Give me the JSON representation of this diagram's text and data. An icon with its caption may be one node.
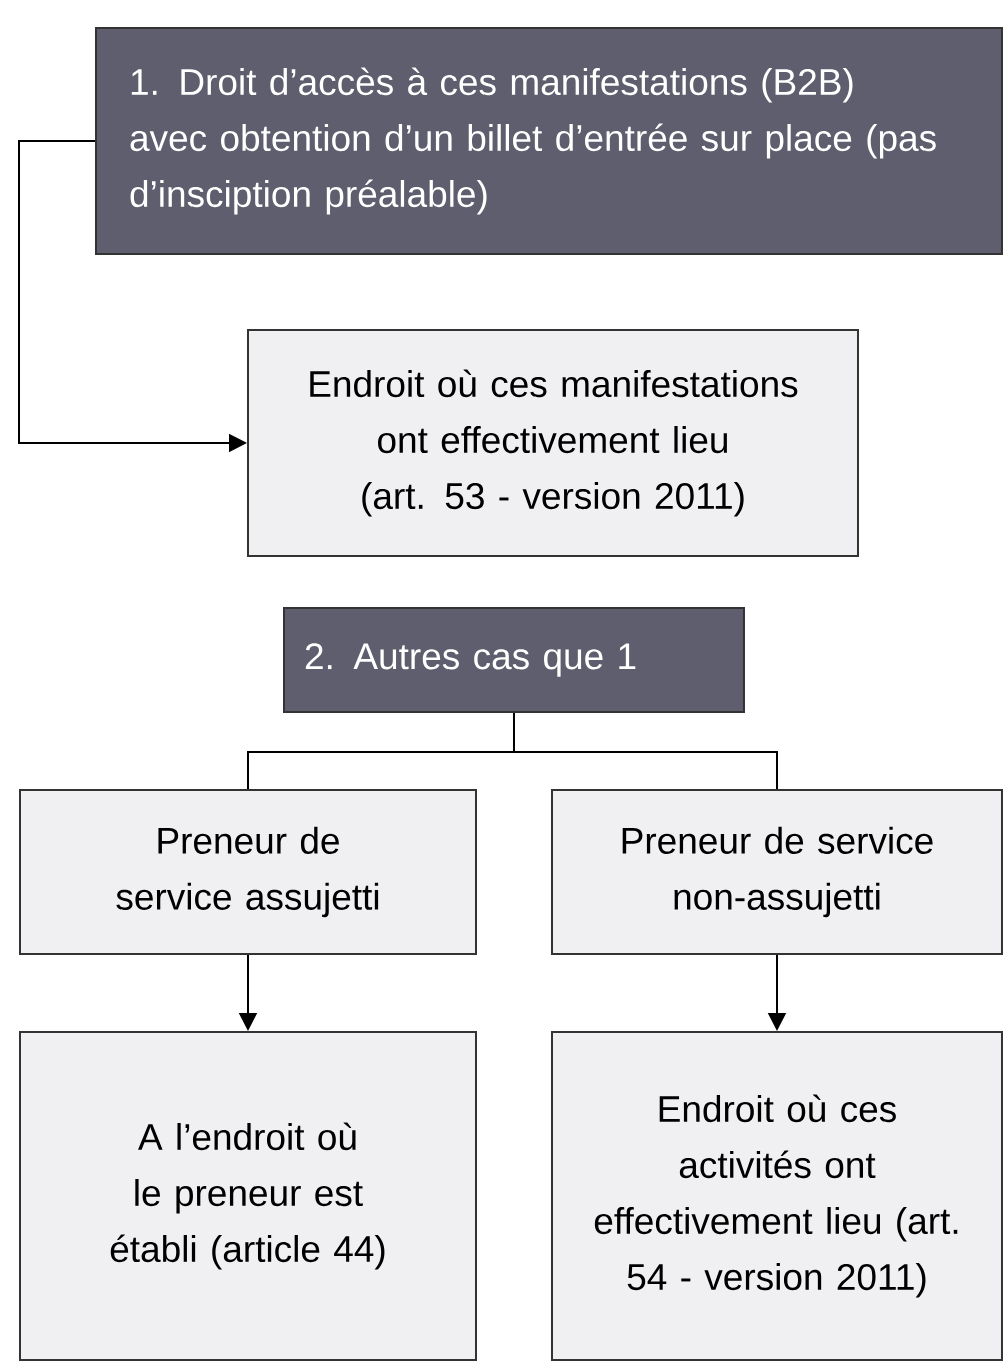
{
  "diagram": {
    "nodes": [
      {
        "text": [
          "1. Droit d’accès à ces manifestations (B2B) avec obtention d’un billet d’entrée sur place (pas d’insciption préalable)"
        ]
      },
      {
        "text": [
          "Endroit où ces manifestations ont effectivement lieu (art. 53 - version 2011)"
        ]
      },
      {
        "text": [
          "2. Autres cas que 1"
        ]
      },
      {
        "text": [
          "Preneur de service assujetti"
        ]
      },
      {
        "text": [
          "Preneur de service non-assujetti"
        ]
      },
      {
        "text": [
          "A l’endroit où le preneur est établi (article 44)"
        ]
      },
      {
        "text": [
          "Endroit où ces activités ont effectivement lieu (art. 54 - version 2011)"
        ]
      }
    ],
    "edges": [
      {
        "from": 0,
        "to": 1,
        "arrow": "to"
      },
      {
        "from": 2,
        "to": 3,
        "arrow": "none"
      },
      {
        "from": 2,
        "to": 4,
        "arrow": "none"
      },
      {
        "from": 3,
        "to": 5,
        "arrow": "to"
      },
      {
        "from": 4,
        "to": 6,
        "arrow": "to"
      }
    ]
  }
}
